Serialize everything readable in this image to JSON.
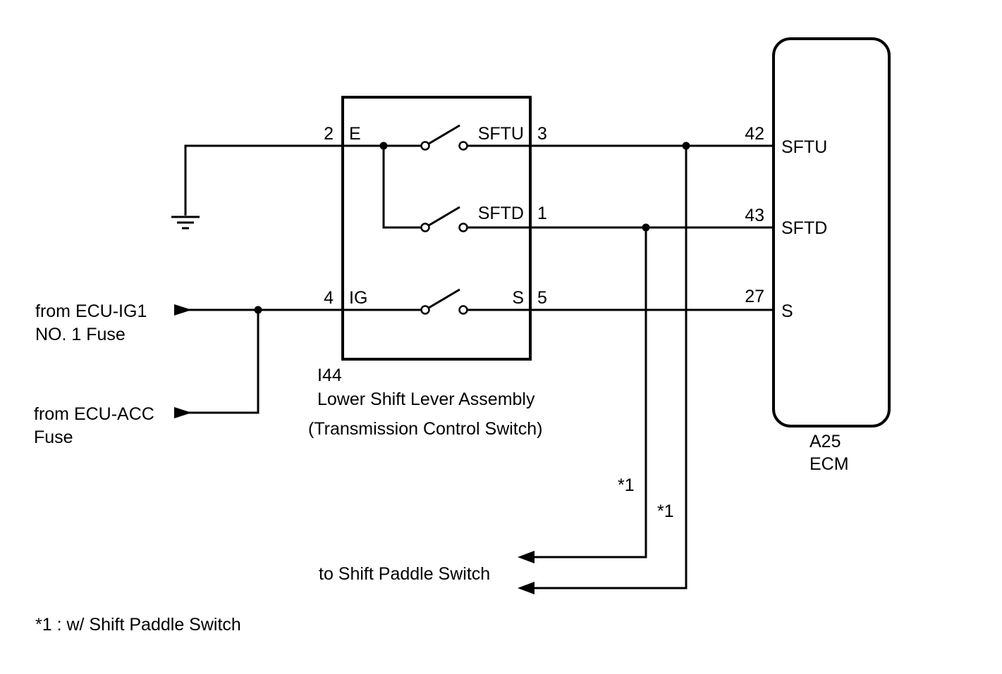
{
  "switch_component": {
    "id": "I44",
    "name": "Lower Shift Lever Assembly",
    "subname": "(Transmission Control Switch)",
    "pins": [
      {
        "pin": "2",
        "label": "E"
      },
      {
        "pin": "3",
        "label": "SFTU"
      },
      {
        "pin": "1",
        "label": "SFTD"
      },
      {
        "pin": "4",
        "label": "IG"
      },
      {
        "pin": "5",
        "label": "S"
      }
    ]
  },
  "ecm": {
    "id": "A25",
    "name": "ECM",
    "pins": [
      {
        "pin": "42",
        "label": "SFTU"
      },
      {
        "pin": "43",
        "label": "SFTD"
      },
      {
        "pin": "27",
        "label": "S"
      }
    ]
  },
  "sources": {
    "ig1_line1": "from ECU-IG1",
    "ig1_line2": "NO. 1 Fuse",
    "acc_line1": "from ECU-ACC",
    "acc_line2": "Fuse"
  },
  "paddle": {
    "label": "to Shift Paddle Switch",
    "mark": "*1"
  },
  "footnote": "*1 : w/ Shift Paddle Switch"
}
